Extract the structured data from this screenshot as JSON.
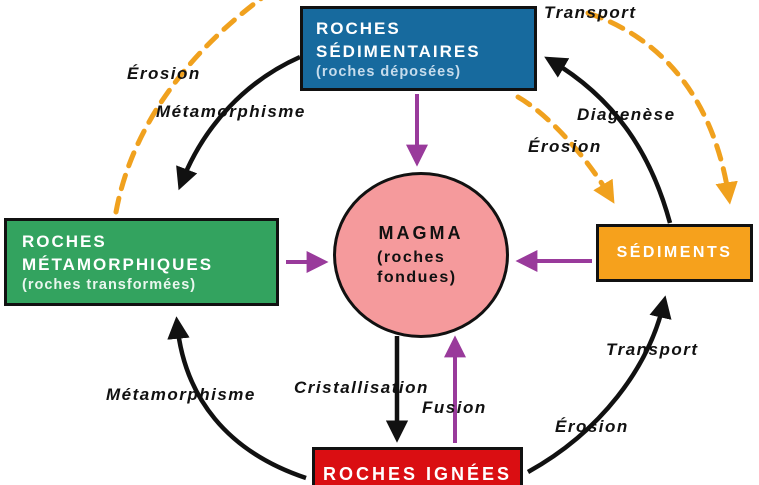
{
  "diagram": {
    "type": "rock-cycle",
    "nodes": {
      "sedimentary": {
        "title_line1": "ROCHES",
        "title_line2": "SÉDIMENTAIRES",
        "subtitle": "(roches déposées)",
        "color": "#176a9e"
      },
      "metamorphic": {
        "title_line1": "ROCHES",
        "title_line2": "MÉTAMORPHIQUES",
        "subtitle": "(roches transformées)",
        "color": "#33a35f"
      },
      "sediments": {
        "title": "SÉDIMENTS",
        "color": "#f6a11c"
      },
      "igneous": {
        "title": "ROCHES IGNÉES",
        "color": "#da0e12"
      },
      "magma": {
        "title": "MAGMA",
        "subtitle_line1": "(roches",
        "subtitle_line2": "fondues)",
        "color": "#f59a9c"
      }
    },
    "labels": {
      "transport_top": "Transport",
      "erosion_top_left": "Érosion",
      "metamorphisme_top": "Métamorphisme",
      "diagenese": "Diagenèse",
      "erosion_right": "Érosion",
      "transport_right": "Transport",
      "erosion_bottom_right": "Érosion",
      "metamorphisme_bottom_left": "Métamorphisme",
      "cristallisation": "Cristallisation",
      "fusion": "Fusion"
    },
    "arrow_colors": {
      "solid_process": "#111111",
      "magma_transfer": "#993a9b",
      "erosion_transport_dashed": "#f0a11e"
    }
  }
}
